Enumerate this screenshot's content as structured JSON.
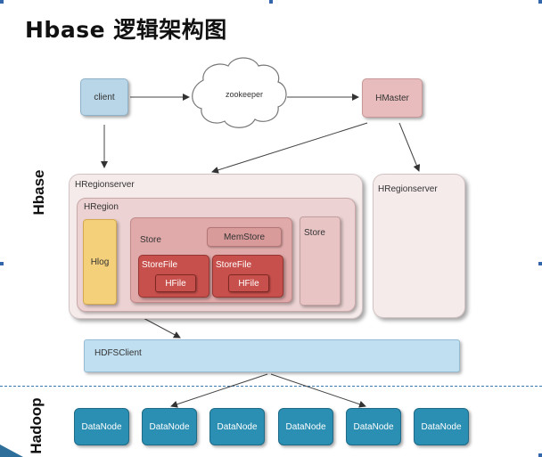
{
  "title": "Hbase 逻辑架构图",
  "side_labels": {
    "hbase": "Hbase",
    "hadoop": "Hadoop"
  },
  "nodes": {
    "client": "client",
    "zookeeper": "zookeeper",
    "hmaster": "HMaster",
    "hregionserver_1": "HRegionserver",
    "hregionserver_2": "HRegionserver",
    "hregion": "HRegion",
    "hlog": "Hlog",
    "store_main": "Store",
    "memstore": "MemStore",
    "storefile_1": "StoreFile",
    "storefile_2": "StoreFile",
    "hfile_1": "HFile",
    "hfile_2": "HFile",
    "store_2": "Store",
    "hdfsclient": "HDFSClient"
  },
  "datanodes": [
    "DataNode",
    "DataNode",
    "DataNode",
    "DataNode",
    "DataNode",
    "DataNode"
  ],
  "colors": {
    "client": "#b9d6e8",
    "hmaster": "#e8bcbc",
    "regionserver": "#f6ebeb",
    "hlog": "#f5d07a",
    "storefile": "#c8504c",
    "hdfsclient": "#c0dff0",
    "datanode": "#2b8fb3",
    "divider": "#3a78b0"
  }
}
